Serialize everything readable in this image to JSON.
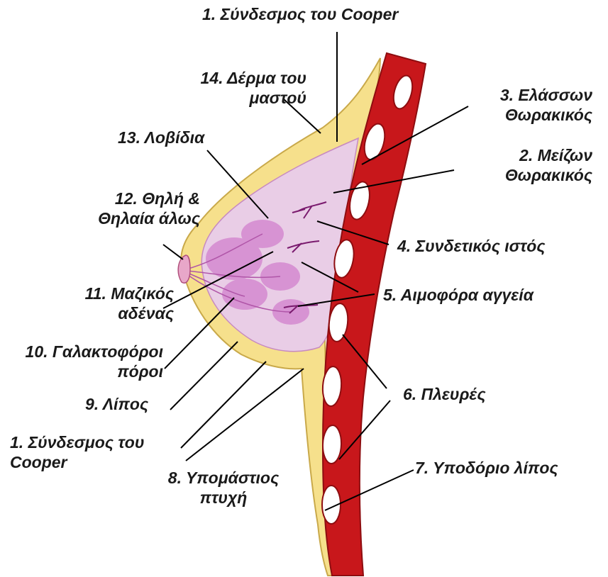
{
  "labels": {
    "l1_top": "1. Σύνδεσμος του Cooper",
    "l14": [
      "14. Δέρμα του",
      "μαστού"
    ],
    "l3": [
      "3. Ελάσσων",
      "Θωρακικός"
    ],
    "l13": "13. Λοβίδια",
    "l2": [
      "2. Μείζων",
      "Θωρακικός"
    ],
    "l12": [
      "12. Θηλή &",
      "Θηλαία άλως"
    ],
    "l4": "4. Συνδετικός ιστός",
    "l11": [
      "11. Μαζικός",
      "αδένας"
    ],
    "l5": "5. Αιμοφόρα αγγεία",
    "l10": [
      "10. Γαλακτοφόροι",
      "πόροι"
    ],
    "l6": "6. Πλευρές",
    "l9": "9. Λίπος",
    "l1_bottom": [
      "1. Σύνδεσμος του",
      "Cooper"
    ],
    "l7": "7. Υποδόριο λίπος",
    "l8": [
      "8. Υπομάστιος",
      "πτυχή"
    ]
  },
  "colors": {
    "skin_fat": "#f6e08c",
    "skin_outline": "#c9a94a",
    "gland_tissue": "#e9cde6",
    "lobule_pink": "#d58ad0",
    "muscle_red": "#c8171b",
    "muscle_dark": "#8e0d10",
    "rib_white": "#ffffff",
    "vessel": "#7a1a6e",
    "leader_line": "#000000"
  }
}
